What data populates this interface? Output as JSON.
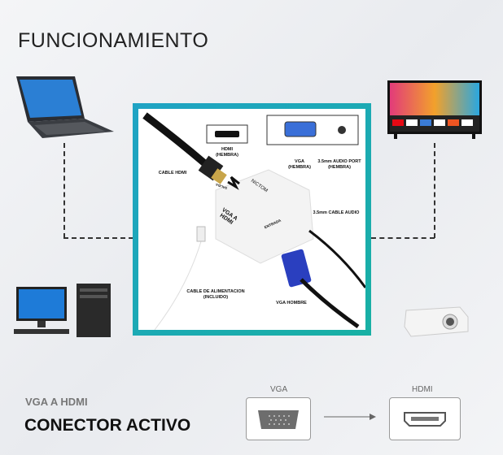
{
  "title": "FUNCIONAMIENTO",
  "diagram": {
    "labels": {
      "hdmi_hembra": "HDMI (HEMBRA)",
      "vga_hembra": "VGA (HEMBRA)",
      "audio_port": "3.5mm AUDIO PORT (HEMBRA)",
      "cable_hdmi": "CABLE HDMI",
      "cable_audio": "3.5mm CABLE AUDIO",
      "cable_alimentacion": "CABLE DE ALIMENTACION (INCLUIDO)",
      "vga_hombre": "VGA HOMBRE",
      "device_text": "VGA A HDMI",
      "brand": "NICTOM",
      "entrada": "ENTRADA",
      "salida": "SALIDA"
    },
    "accent": "#1fa3c4"
  },
  "footer": {
    "subtitle": "VGA A HDMI",
    "headline": "CONECTOR ACTIVO",
    "from_label": "VGA",
    "to_label": "HDMI"
  }
}
